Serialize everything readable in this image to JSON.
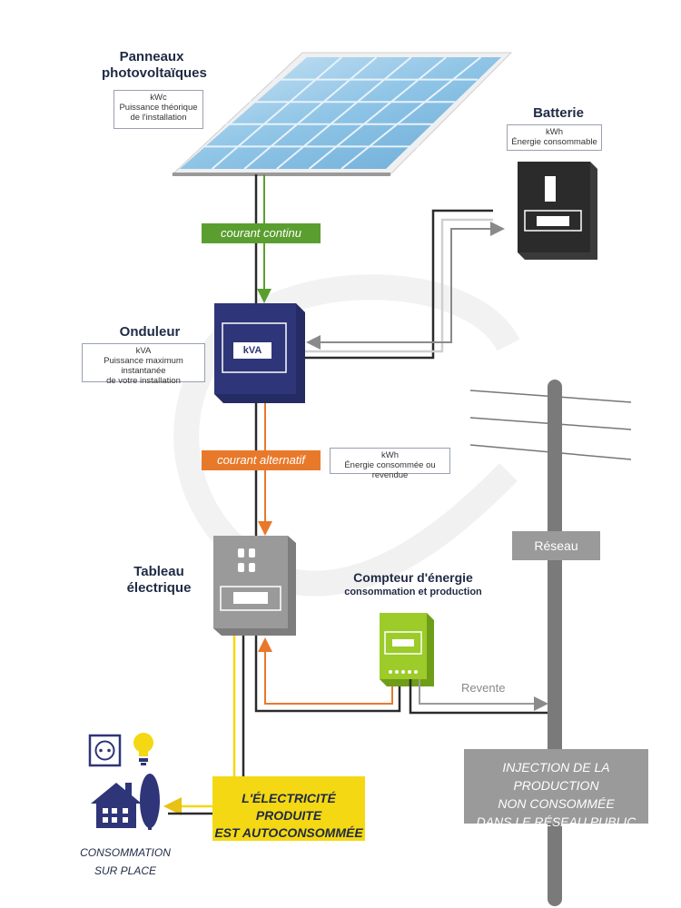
{
  "panels": {
    "title_line1": "Panneaux",
    "title_line2": "photovoltaïques",
    "unit": "kWc",
    "desc_line1": "Puissance théorique",
    "desc_line2": "de l'installation"
  },
  "battery": {
    "title": "Batterie",
    "unit": "kWh",
    "desc": "Énergie consommable"
  },
  "inverter": {
    "title": "Onduleur",
    "unit": "kVA",
    "screen_label": "kVA",
    "desc_line1": "Puissance maximum instantanée",
    "desc_line2": "de votre installation"
  },
  "dc_label": "courant continu",
  "ac_label": "courant alternatif",
  "meter_info": {
    "unit": "kWh",
    "desc": "Énergie consommée ou revendue"
  },
  "board": {
    "title_line1": "Tableau",
    "title_line2": "électrique"
  },
  "meter": {
    "title": "Compteur d'énergie",
    "subtitle": "consommation et production"
  },
  "grid": {
    "label": "Réseau",
    "resale_label": "Revente"
  },
  "injection": {
    "line1": "INJECTION DE LA PRODUCTION",
    "line2": "NON CONSOMMÉE",
    "line3": "DANS LE RÉSEAU PUBLIC"
  },
  "selfconsumption": {
    "line1": "L'ÉLECTRICITÉ PRODUITE",
    "line2": "EST AUTOCONSOMMÉE"
  },
  "onsite": {
    "line1": "CONSOMMATION",
    "line2": "SUR PLACE"
  },
  "colors": {
    "navy": "#2e3578",
    "green": "#5a9e2f",
    "orange": "#e8792a",
    "yellow": "#f4d814",
    "grey": "#9a9a9a",
    "dark": "#2b2b2b",
    "lime": "#9ccb2a"
  }
}
